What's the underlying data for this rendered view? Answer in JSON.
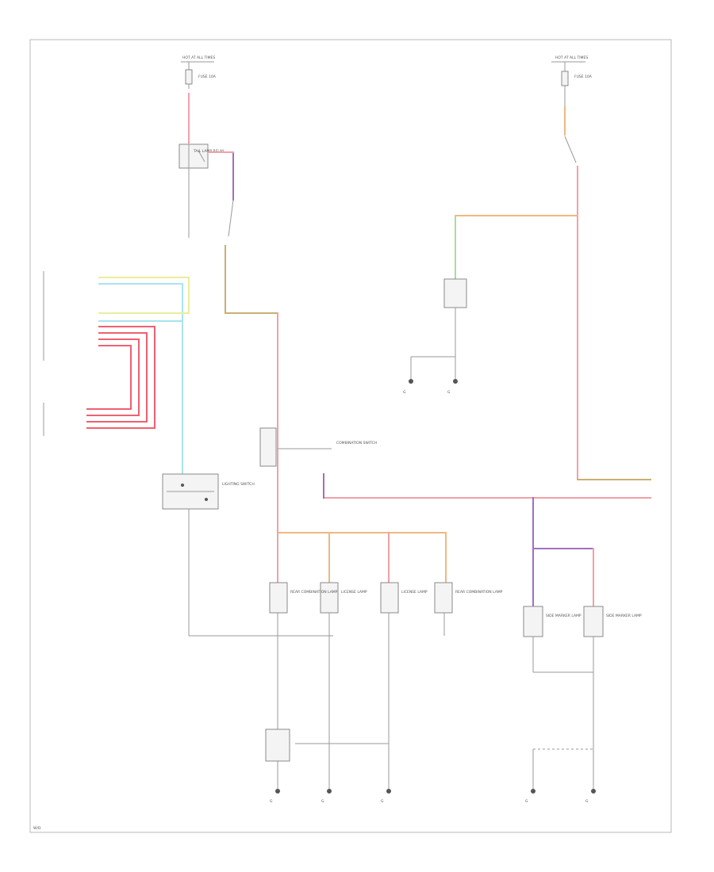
{
  "title": "",
  "colors": {
    "pink": "#f2a0a8",
    "violet": "#a070c0",
    "cyan": "#a8e4ee",
    "yellow": "#ecec9c",
    "orange": "#f0b880",
    "tan": "#c8b070",
    "green": "#a8dca0",
    "red": "#f06070",
    "gray": "#9a9a9a"
  },
  "labels": {
    "fuse_left": "HOT AT ALL TIMES",
    "fuse_left_desc": "FUSE 10A",
    "fuse_right": "HOT AT ALL TIMES",
    "fuse_right_desc": "FUSE 10A",
    "lighting_switch": "LIGHTING SWITCH",
    "tail_relay": "TAIL LAMP RELAY",
    "combination_switch": "COMBINATION SWITCH",
    "license_lamp_left": "LICENSE LAMP",
    "license_lamp_right": "LICENSE LAMP",
    "rear_combo_left": "REAR COMBINATION LAMP",
    "rear_combo_right": "REAR COMBINATION LAMP",
    "side_marker_left": "SIDE MARKER LAMP",
    "side_marker_right": "SIDE MARKER LAMP",
    "ground_1": "G",
    "ground_2": "G",
    "ground_3": "G",
    "ground_4": "G",
    "ground_5": "G",
    "ground_6": "G",
    "ground_7": "G",
    "footer": "W/D"
  }
}
